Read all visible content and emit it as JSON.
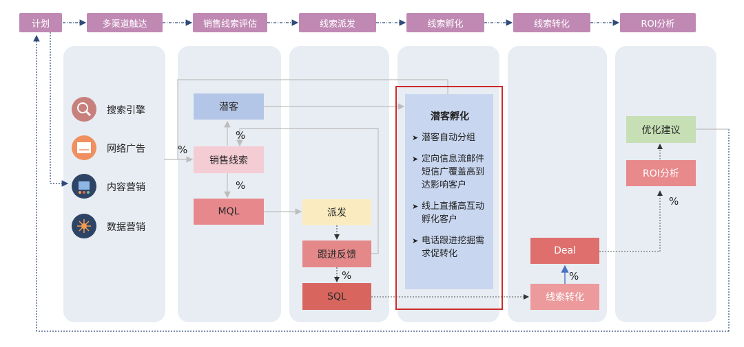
{
  "stages": [
    "计划",
    "多渠道触达",
    "销售线索评估",
    "线索派发",
    "线索孵化",
    "线索转化",
    "ROI分析"
  ],
  "channels": [
    {
      "label": "搜索引擎",
      "icon": "search-engine-icon"
    },
    {
      "label": "网络广告",
      "icon": "web-ad-icon"
    },
    {
      "label": "内容营销",
      "icon": "content-marketing-icon"
    },
    {
      "label": "数据营销",
      "icon": "data-marketing-icon"
    }
  ],
  "boxes": {
    "prospect": "潜客",
    "sales_lead": "销售线索",
    "mql": "MQL",
    "dispatch": "派发",
    "feedback": "跟进反馈",
    "sql": "SQL",
    "lead_conversion": "线索转化",
    "deal": "Deal",
    "roi": "ROI分析",
    "optimize": "优化建议"
  },
  "nurture": {
    "title": "潜客孵化",
    "items": [
      "潜客自动分组",
      "定向信息流邮件短信广覆盖高到达影响客户",
      "线上直播高互动孵化客户",
      "电话跟进挖掘需求促转化"
    ]
  },
  "percent": "%",
  "colors": {
    "stage_header": "#c089b4",
    "column_bg": "#e8edf3",
    "prospect": "#b4c6e7",
    "sales_lead": "#f4ccd4",
    "mql": "#e7888c",
    "dispatch": "#faecc0",
    "feedback": "#e4888a",
    "sql": "#d8665f",
    "nurture_bg": "#c8d6ef",
    "nurture_border": "#cc2a2a",
    "lead_conversion": "#ec9a9c",
    "deal": "#df6f6d",
    "roi": "#e8898c",
    "optimize": "#c6dfb4",
    "arrow_blue": "#4a72c4",
    "flow_dark": "#2f4a7a"
  }
}
